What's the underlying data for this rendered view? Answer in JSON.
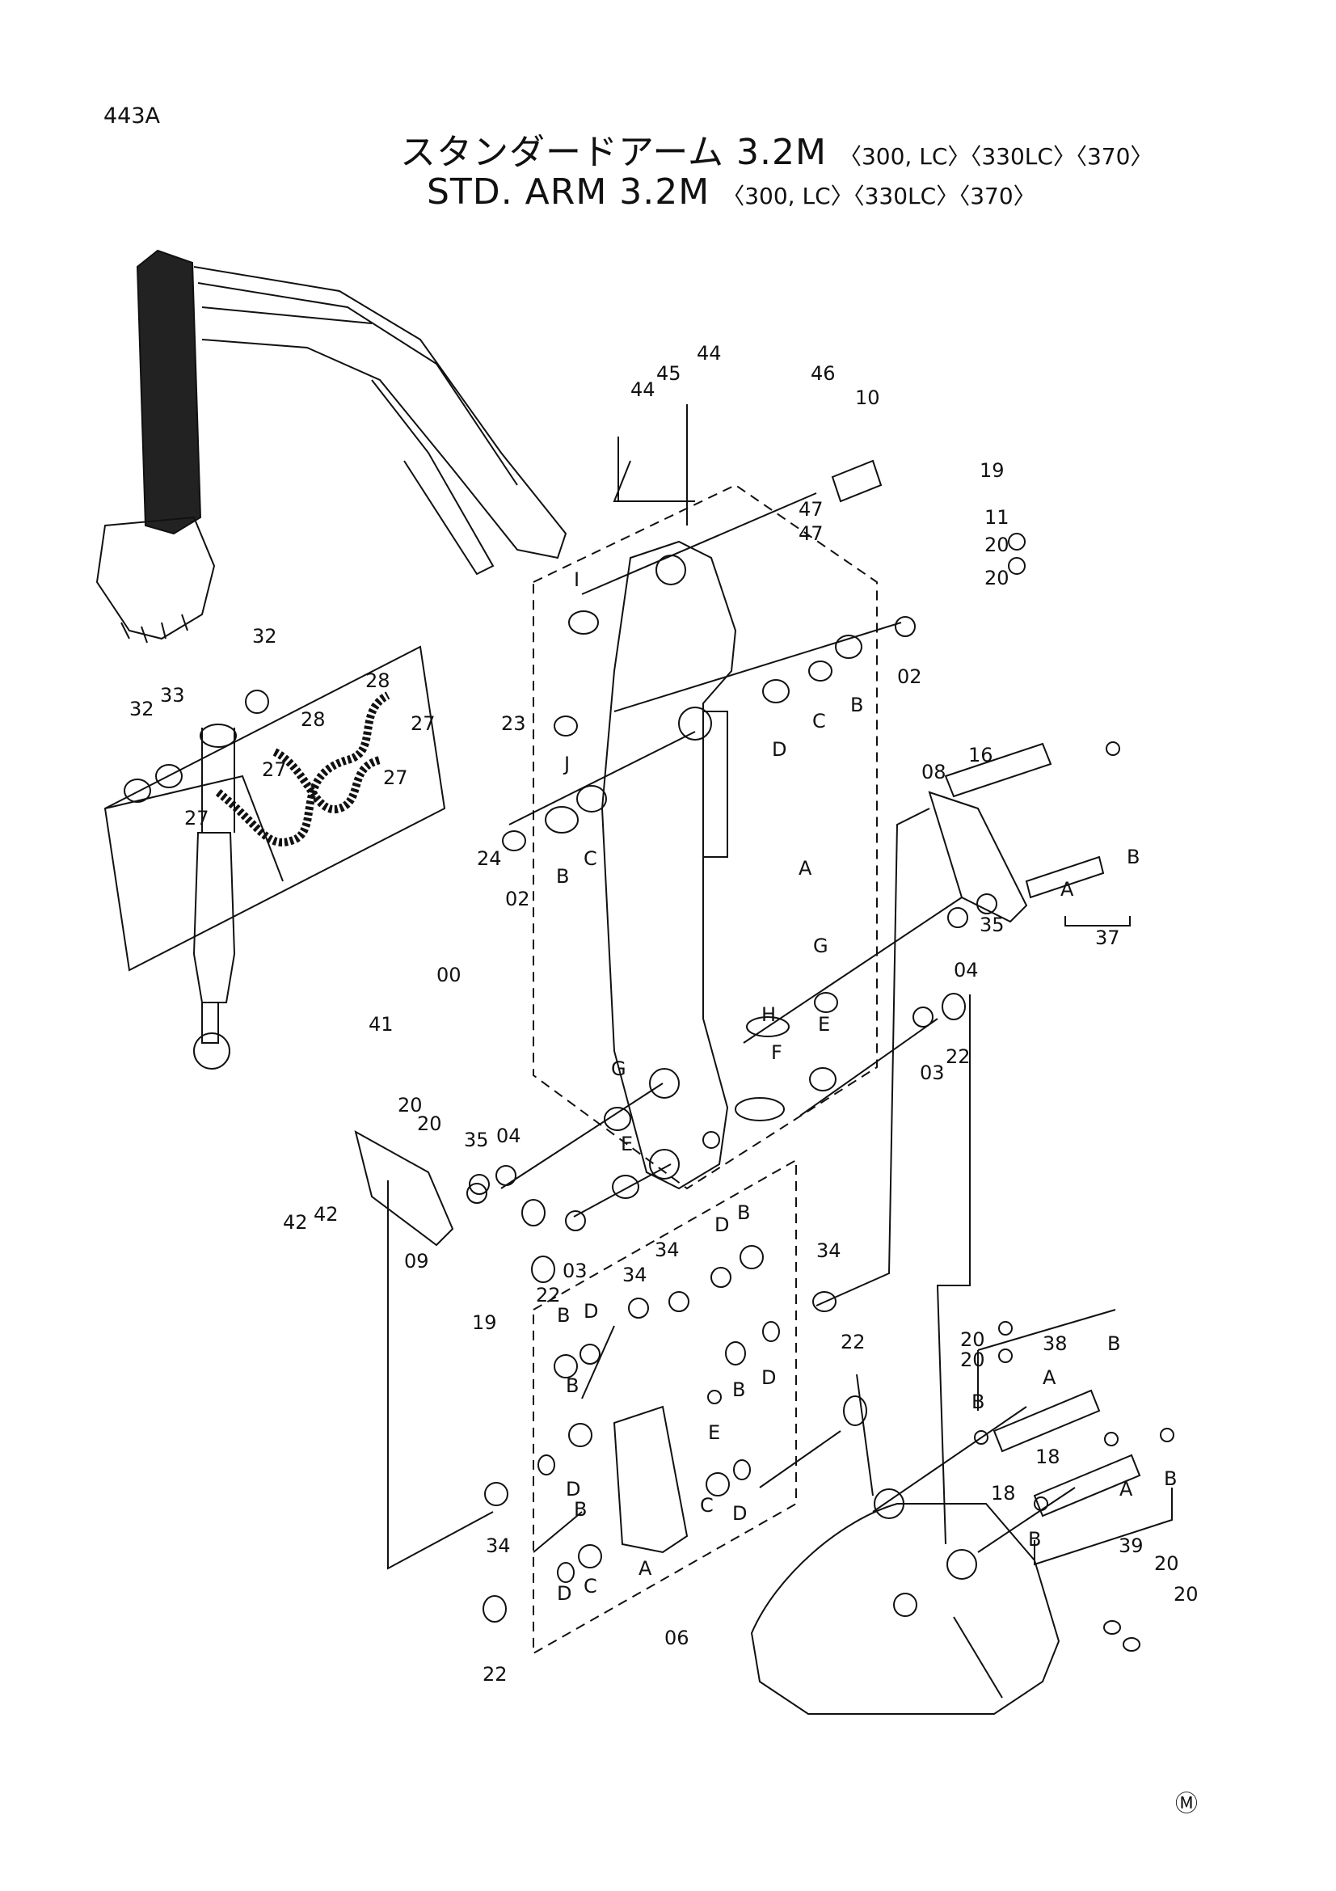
{
  "page_number": "443A",
  "title_jp": "スタンダードアーム 3.2M",
  "title_en": "STD. ARM 3.2M",
  "variants": "〈300, LC〉〈330LC〉〈370〉",
  "manufacturer_mark": "Ⓜ",
  "callouts": [
    {
      "text": "44"
    },
    {
      "text": "45"
    },
    {
      "text": "44"
    },
    {
      "text": "46"
    },
    {
      "text": "10"
    },
    {
      "text": "19"
    },
    {
      "text": "47"
    },
    {
      "text": "47"
    },
    {
      "text": "11"
    },
    {
      "text": "20"
    },
    {
      "text": "20"
    },
    {
      "text": "I"
    },
    {
      "text": "02"
    },
    {
      "text": "B"
    },
    {
      "text": "C"
    },
    {
      "text": "D"
    },
    {
      "text": "16"
    },
    {
      "text": "08"
    },
    {
      "text": "32"
    },
    {
      "text": "28"
    },
    {
      "text": "23"
    },
    {
      "text": "J"
    },
    {
      "text": "32"
    },
    {
      "text": "33"
    },
    {
      "text": "28"
    },
    {
      "text": "27"
    },
    {
      "text": "27"
    },
    {
      "text": "27"
    },
    {
      "text": "27"
    },
    {
      "text": "24"
    },
    {
      "text": "B"
    },
    {
      "text": "C"
    },
    {
      "text": "02"
    },
    {
      "text": "A"
    },
    {
      "text": "B"
    },
    {
      "text": "A"
    },
    {
      "text": "37"
    },
    {
      "text": "G"
    },
    {
      "text": "04"
    },
    {
      "text": "35"
    },
    {
      "text": "00"
    },
    {
      "text": "H"
    },
    {
      "text": "E"
    },
    {
      "text": "F"
    },
    {
      "text": "03"
    },
    {
      "text": "22"
    },
    {
      "text": "41"
    },
    {
      "text": "G"
    },
    {
      "text": "20"
    },
    {
      "text": "20"
    },
    {
      "text": "35"
    },
    {
      "text": "04"
    },
    {
      "text": "E"
    },
    {
      "text": "42"
    },
    {
      "text": "42"
    },
    {
      "text": "09"
    },
    {
      "text": "19"
    },
    {
      "text": "22"
    },
    {
      "text": "03"
    },
    {
      "text": "34"
    },
    {
      "text": "D"
    },
    {
      "text": "B"
    },
    {
      "text": "34"
    },
    {
      "text": "34"
    },
    {
      "text": "B"
    },
    {
      "text": "D"
    },
    {
      "text": "22"
    },
    {
      "text": "20"
    },
    {
      "text": "20"
    },
    {
      "text": "38"
    },
    {
      "text": "B"
    },
    {
      "text": "A"
    },
    {
      "text": "D"
    },
    {
      "text": "B"
    },
    {
      "text": "E"
    },
    {
      "text": "B"
    },
    {
      "text": "18"
    },
    {
      "text": "18"
    },
    {
      "text": "B"
    },
    {
      "text": "A"
    },
    {
      "text": "B"
    },
    {
      "text": "39"
    },
    {
      "text": "B"
    },
    {
      "text": "D"
    },
    {
      "text": "B"
    },
    {
      "text": "C"
    },
    {
      "text": "D"
    },
    {
      "text": "A"
    },
    {
      "text": "34"
    },
    {
      "text": "D"
    },
    {
      "text": "C"
    },
    {
      "text": "06"
    },
    {
      "text": "22"
    },
    {
      "text": "20"
    },
    {
      "text": "20"
    }
  ]
}
